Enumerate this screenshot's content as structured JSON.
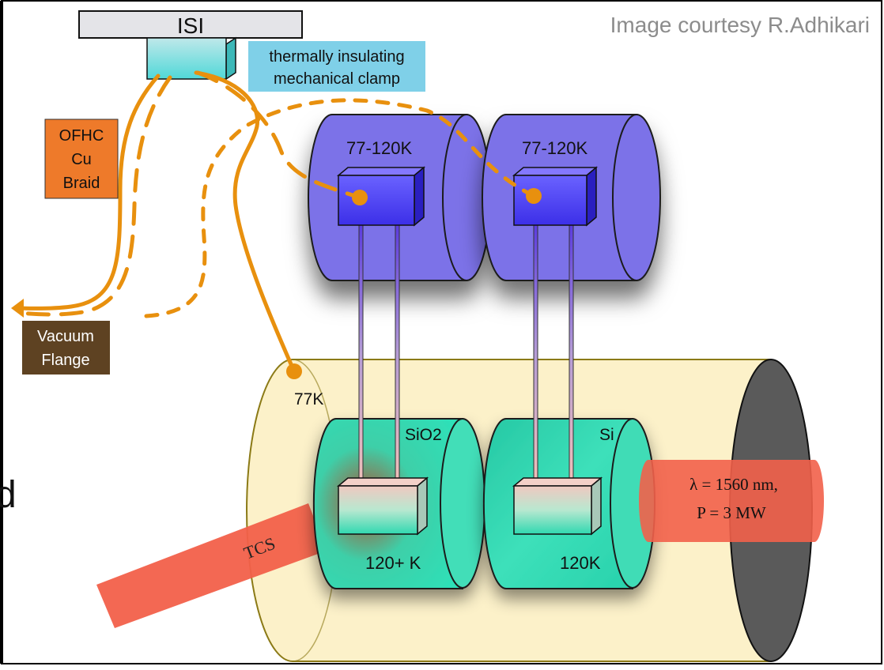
{
  "credit": "Image courtesy R.Adhikari",
  "labels": {
    "isi": "ISI",
    "clamp_line1": "thermally insulating",
    "clamp_line2": "mechanical clamp",
    "braid_line1": "OFHC",
    "braid_line2": "Cu",
    "braid_line3": "Braid",
    "flange_line1": "Vacuum",
    "flange_line2": "Flange",
    "temp_77k": "77K",
    "reaction_mass_left_temp": "77-120K",
    "reaction_mass_right_temp": "77-120K",
    "test_mass_left_material": "SiO2",
    "test_mass_right_material": "Si",
    "test_mass_left_temp": "120+ K",
    "test_mass_right_temp": "120K",
    "tcs": "TCS",
    "beam_line1": "λ = 1560 nm,",
    "beam_line2": "P = 3 MW",
    "edge_fragment": "d"
  },
  "colors": {
    "reaction_mass": "#7b72e8",
    "chamber": "#fbefc0",
    "test_mass": "#35d6b0",
    "braid": "#e8900e",
    "laser": "#f2604a",
    "clamp_label_bg": "#7fd0e8",
    "braid_label_bg": "#ee7a2a",
    "flange_label_bg": "#5e4222"
  }
}
